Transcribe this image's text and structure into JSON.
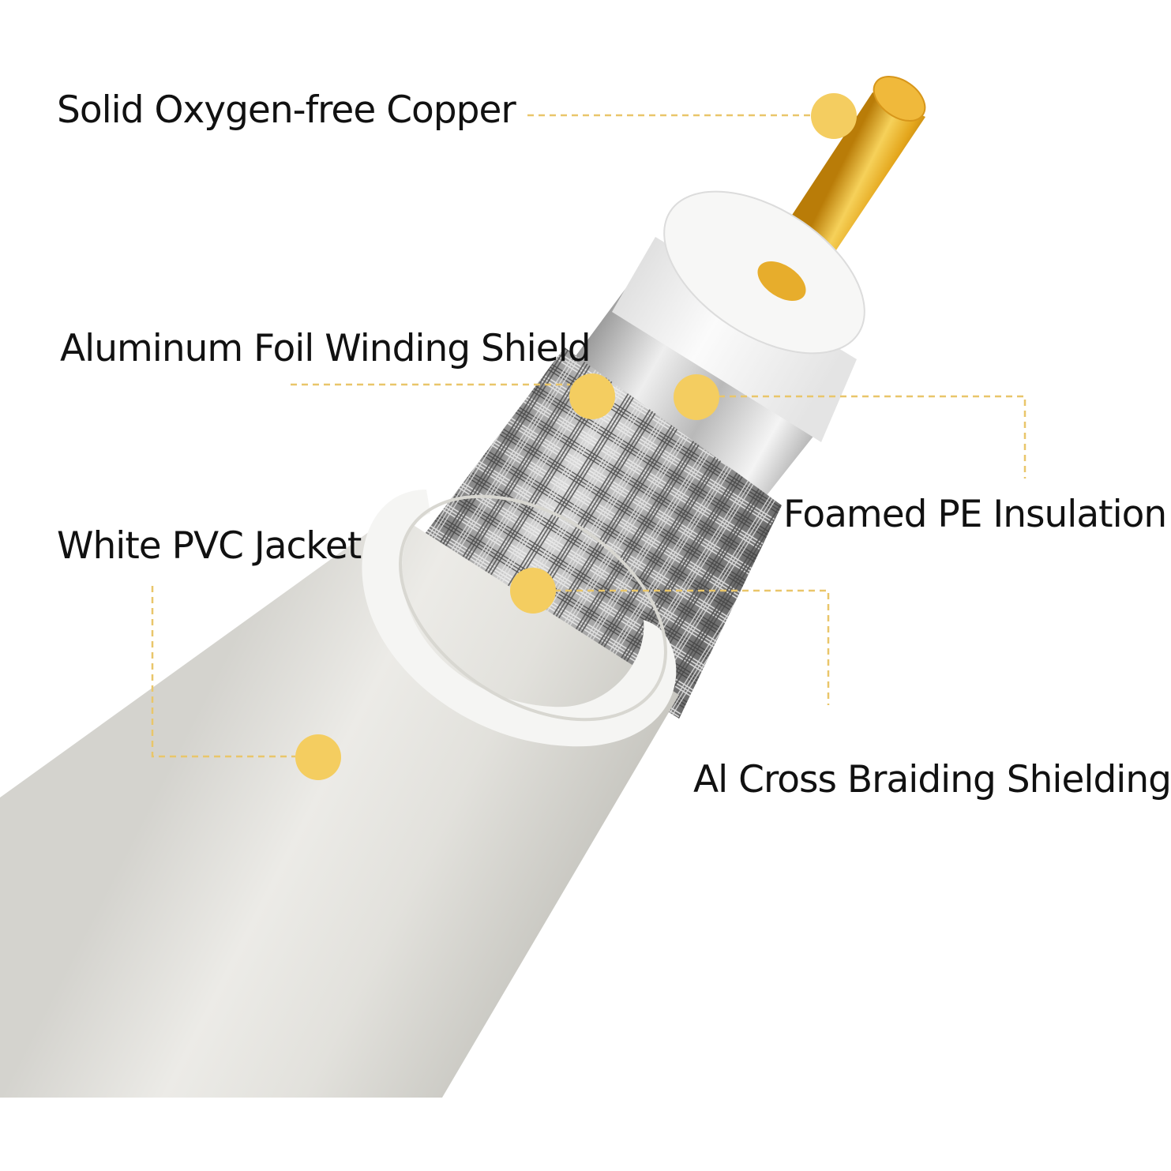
{
  "labels": {
    "copper": "Solid Oxygen-free Copper",
    "foil": "Aluminum Foil Winding Shield",
    "jacket": "White PVC Jacket",
    "foam": "Foamed PE Insulation",
    "braid": "Al Cross Braiding Shielding"
  },
  "colors": {
    "marker": "#f4cd60",
    "leader_line": "#e9c66a",
    "copper": "#e8a91c",
    "jacket": "#e6e4de",
    "insulation": "#f3f3f1",
    "braid": "#9a9a9a",
    "text": "#111111"
  }
}
